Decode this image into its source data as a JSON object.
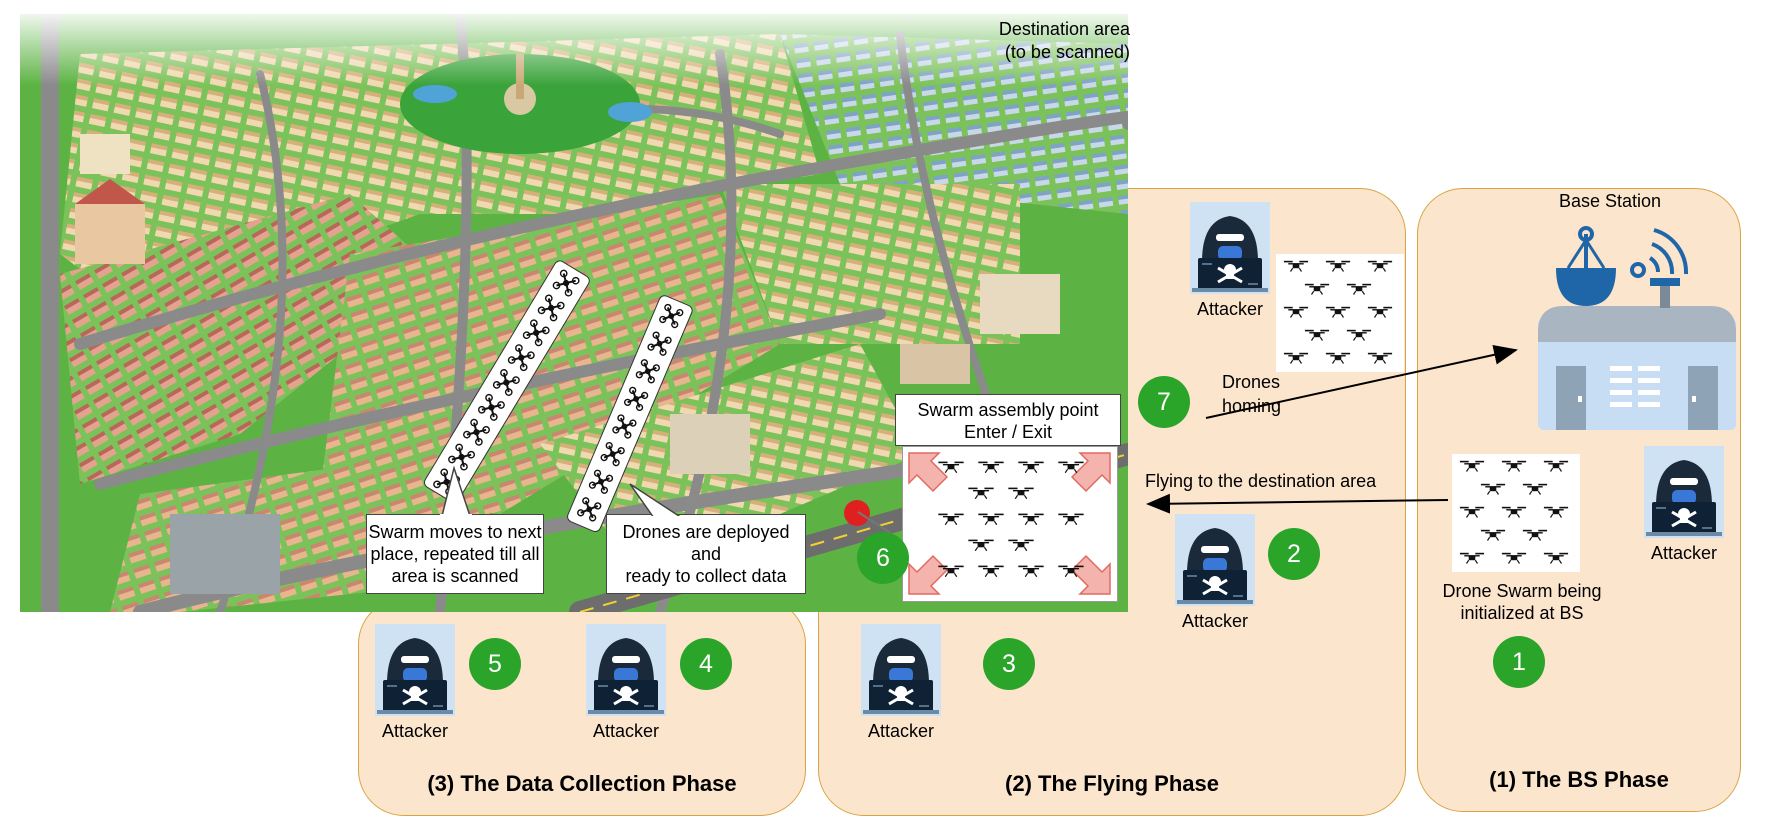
{
  "map": {
    "destination_label_line1": "Destination area",
    "destination_label_line2": "(to be scanned)"
  },
  "phases": {
    "bs": "(1) The BS Phase",
    "flying": "(2) The Flying Phase",
    "collection": "(3) The Data Collection Phase"
  },
  "base_station": {
    "title": "Base Station",
    "init_line1": "Drone Swarm being",
    "init_line2": "initialized at BS"
  },
  "steps": [
    "1",
    "2",
    "3",
    "4",
    "5",
    "6",
    "7"
  ],
  "attacker_label": "Attacker",
  "arrows": {
    "flying": "Flying to the destination area",
    "homing_line1": "Drones",
    "homing_line2": "homing"
  },
  "assembly": {
    "line1": "Swarm assembly point",
    "line2": "Enter / Exit"
  },
  "callouts": {
    "moves_line1": "Swarm moves to next",
    "moves_line2": "place, repeated till all",
    "moves_line3": "area is scanned",
    "deployed_line1": "Drones are deployed",
    "deployed_line2": "and",
    "deployed_line3": "ready to collect data"
  },
  "colors": {
    "phase_fill": "#fce5cd",
    "phase_border": "#d9a441",
    "step_circle": "#2aa52a",
    "attacker_bg": "#cfe2f3",
    "grass": "#5cb343",
    "road": "#8a8a8a"
  }
}
